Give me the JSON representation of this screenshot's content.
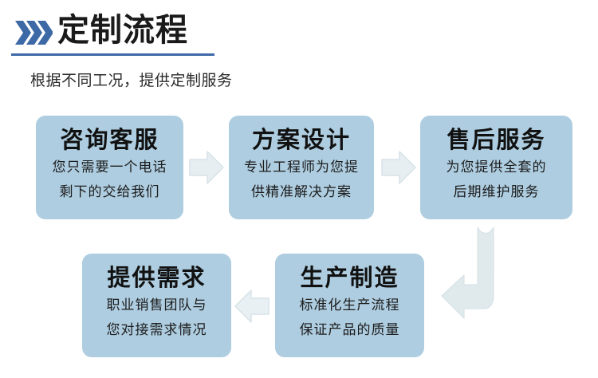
{
  "header": {
    "chevron_icon": "triple-chevron-right-icon",
    "title": "定制流程",
    "subtitle": "根据不同工况，提供定制服务",
    "accent_color": "#3d6aa6",
    "title_color": "#1a1a1a"
  },
  "theme": {
    "box_fill": "#aecde0",
    "arrow_fill": "#e3ebee",
    "arrow_stroke": "#d4e0e5",
    "page_background": "#ffffff"
  },
  "flow": {
    "steps": [
      {
        "id": "consult",
        "title": "咨询客服",
        "lines": [
          "您只需要一个电话",
          "剩下的交给我们"
        ]
      },
      {
        "id": "design",
        "title": "方案设计",
        "lines": [
          "专业工程师为您提",
          "供精准解决方案"
        ]
      },
      {
        "id": "aftersale",
        "title": "售后服务",
        "lines": [
          "为您提供全套的",
          "后期维护服务"
        ]
      },
      {
        "id": "demand",
        "title": "提供需求",
        "lines": [
          "职业销售团队与",
          "您对接需求情况"
        ]
      },
      {
        "id": "produce",
        "title": "生产制造",
        "lines": [
          "标准化生产流程",
          "保证产品的质量"
        ]
      }
    ],
    "connectors": [
      {
        "id": "consult-to-design",
        "icon": "arrow-right-icon"
      },
      {
        "id": "design-to-aftersale",
        "icon": "arrow-right-icon"
      },
      {
        "id": "produce-to-demand",
        "icon": "arrow-left-icon"
      },
      {
        "id": "aftersale-to-produce",
        "icon": "arrow-bend-down-left-icon"
      }
    ]
  }
}
